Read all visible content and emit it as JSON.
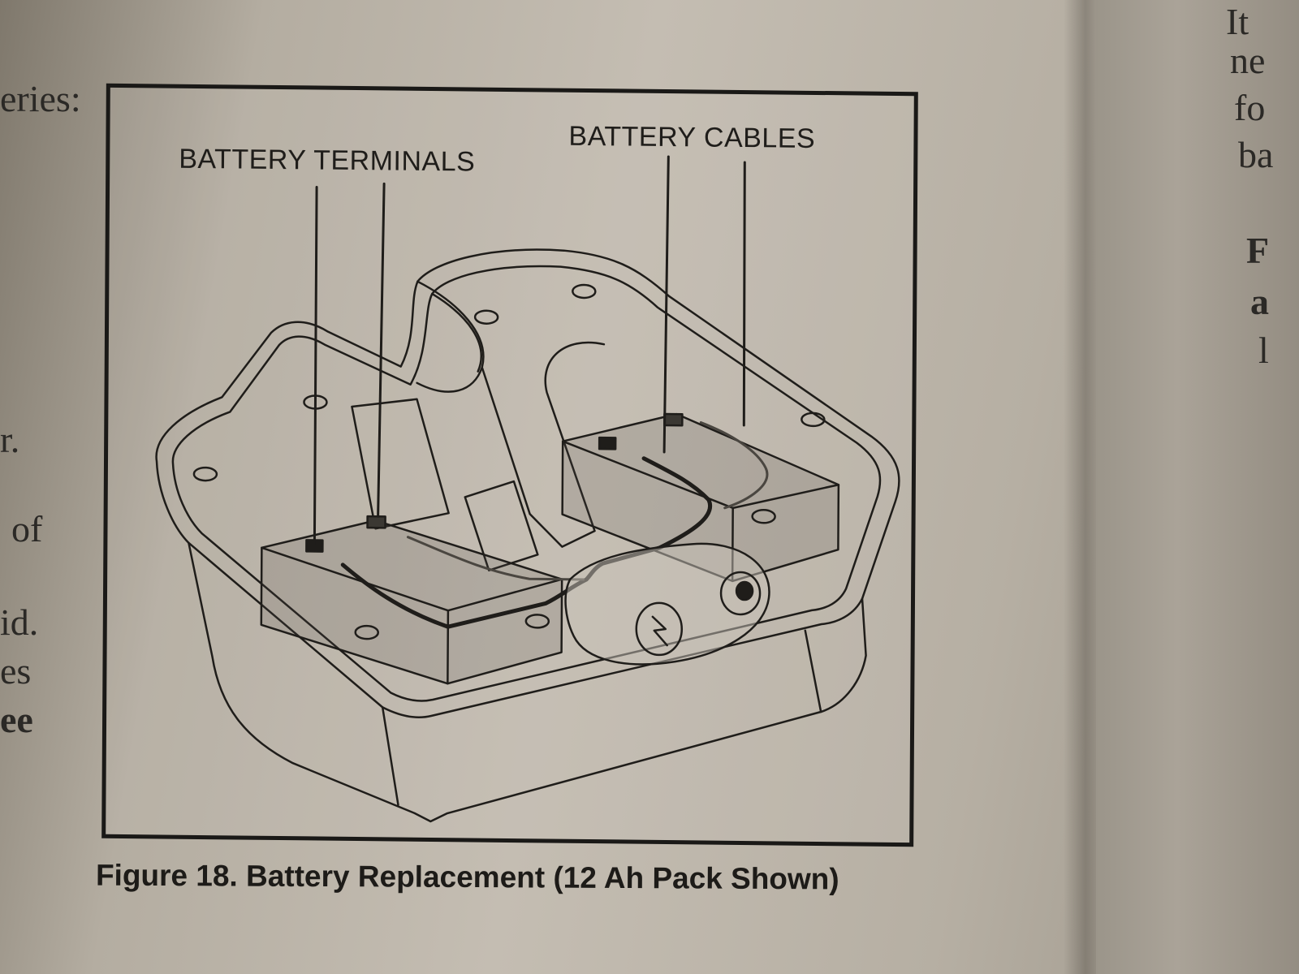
{
  "left_margin_fragments": [
    "eries:",
    "r.",
    "of",
    "id.",
    "es",
    "ee"
  ],
  "right_page_fragments": [
    "It",
    "ne",
    "fo",
    "ba",
    "F",
    "a",
    "l"
  ],
  "figure": {
    "labels": {
      "terminals": "BATTERY TERMINALS",
      "cables": "BATTERY CABLES"
    },
    "caption": "Figure 18. Battery Replacement (12 Ah Pack Shown)"
  },
  "colors": {
    "ink": "#1f1d1a",
    "paper": "#c4bdb2"
  }
}
